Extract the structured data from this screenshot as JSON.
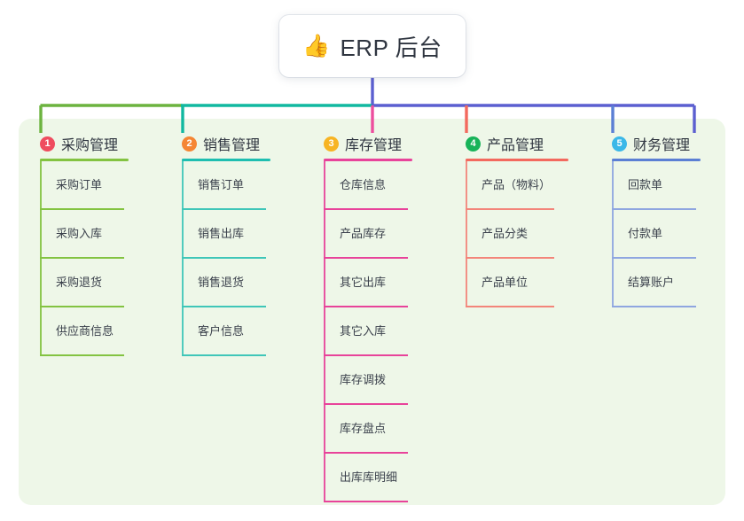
{
  "diagram": {
    "type": "mind-map",
    "background_color": "#ffffff",
    "panel_color": "#eef7e8",
    "root": {
      "icon": "thumbs-up-icon",
      "emoji": "👍",
      "title": "ERP 后台",
      "card_color": "#ffffff",
      "trunk_color": "#5b5fd0"
    },
    "bus": {
      "segments": [
        {
          "name": "bus-segment-green",
          "color": "#6cb33f"
        },
        {
          "name": "bus-segment-teal",
          "color": "#11b8a0"
        },
        {
          "name": "bus-segment-blue",
          "color": "#5b5fd0"
        }
      ]
    },
    "columns": [
      {
        "index": "1",
        "title": "采购管理",
        "badge_color": "#ef4c5f",
        "rule_color": "#83c341",
        "line_color": "#83c341",
        "drop_color": "#6cb33f",
        "items": [
          {
            "label": "采购订单"
          },
          {
            "label": "采购入库"
          },
          {
            "label": "采购退货"
          },
          {
            "label": "供应商信息"
          }
        ]
      },
      {
        "index": "2",
        "title": "销售管理",
        "badge_color": "#f58634",
        "rule_color": "#1ebeb0",
        "line_color": "#3fc6b8",
        "drop_color": "#11b8a0",
        "items": [
          {
            "label": "销售订单"
          },
          {
            "label": "销售出库"
          },
          {
            "label": "销售退货"
          },
          {
            "label": "客户信息"
          }
        ]
      },
      {
        "index": "3",
        "title": "库存管理",
        "badge_color": "#f7b423",
        "rule_color": "#e8439a",
        "line_color": "#e8439a",
        "drop_color": "#ed4e9e",
        "items": [
          {
            "label": "仓库信息"
          },
          {
            "label": "产品库存"
          },
          {
            "label": "其它出库"
          },
          {
            "label": "其它入库"
          },
          {
            "label": "库存调拨"
          },
          {
            "label": "库存盘点"
          },
          {
            "label": "出库库明细"
          }
        ]
      },
      {
        "index": "4",
        "title": "产品管理",
        "badge_color": "#18b359",
        "rule_color": "#f3695e",
        "line_color": "#f3857a",
        "drop_color": "#f3695e",
        "items": [
          {
            "label": "产品（物料）"
          },
          {
            "label": "产品分类"
          },
          {
            "label": "产品单位"
          }
        ]
      },
      {
        "index": "5",
        "title": "财务管理",
        "badge_color": "#3bb8e8",
        "rule_color": "#5b7fd4",
        "line_color": "#8fa6e0",
        "drop_color": "#5b7fd4",
        "items": [
          {
            "label": "回款单"
          },
          {
            "label": "付款单"
          },
          {
            "label": "结算账户"
          }
        ]
      }
    ]
  }
}
